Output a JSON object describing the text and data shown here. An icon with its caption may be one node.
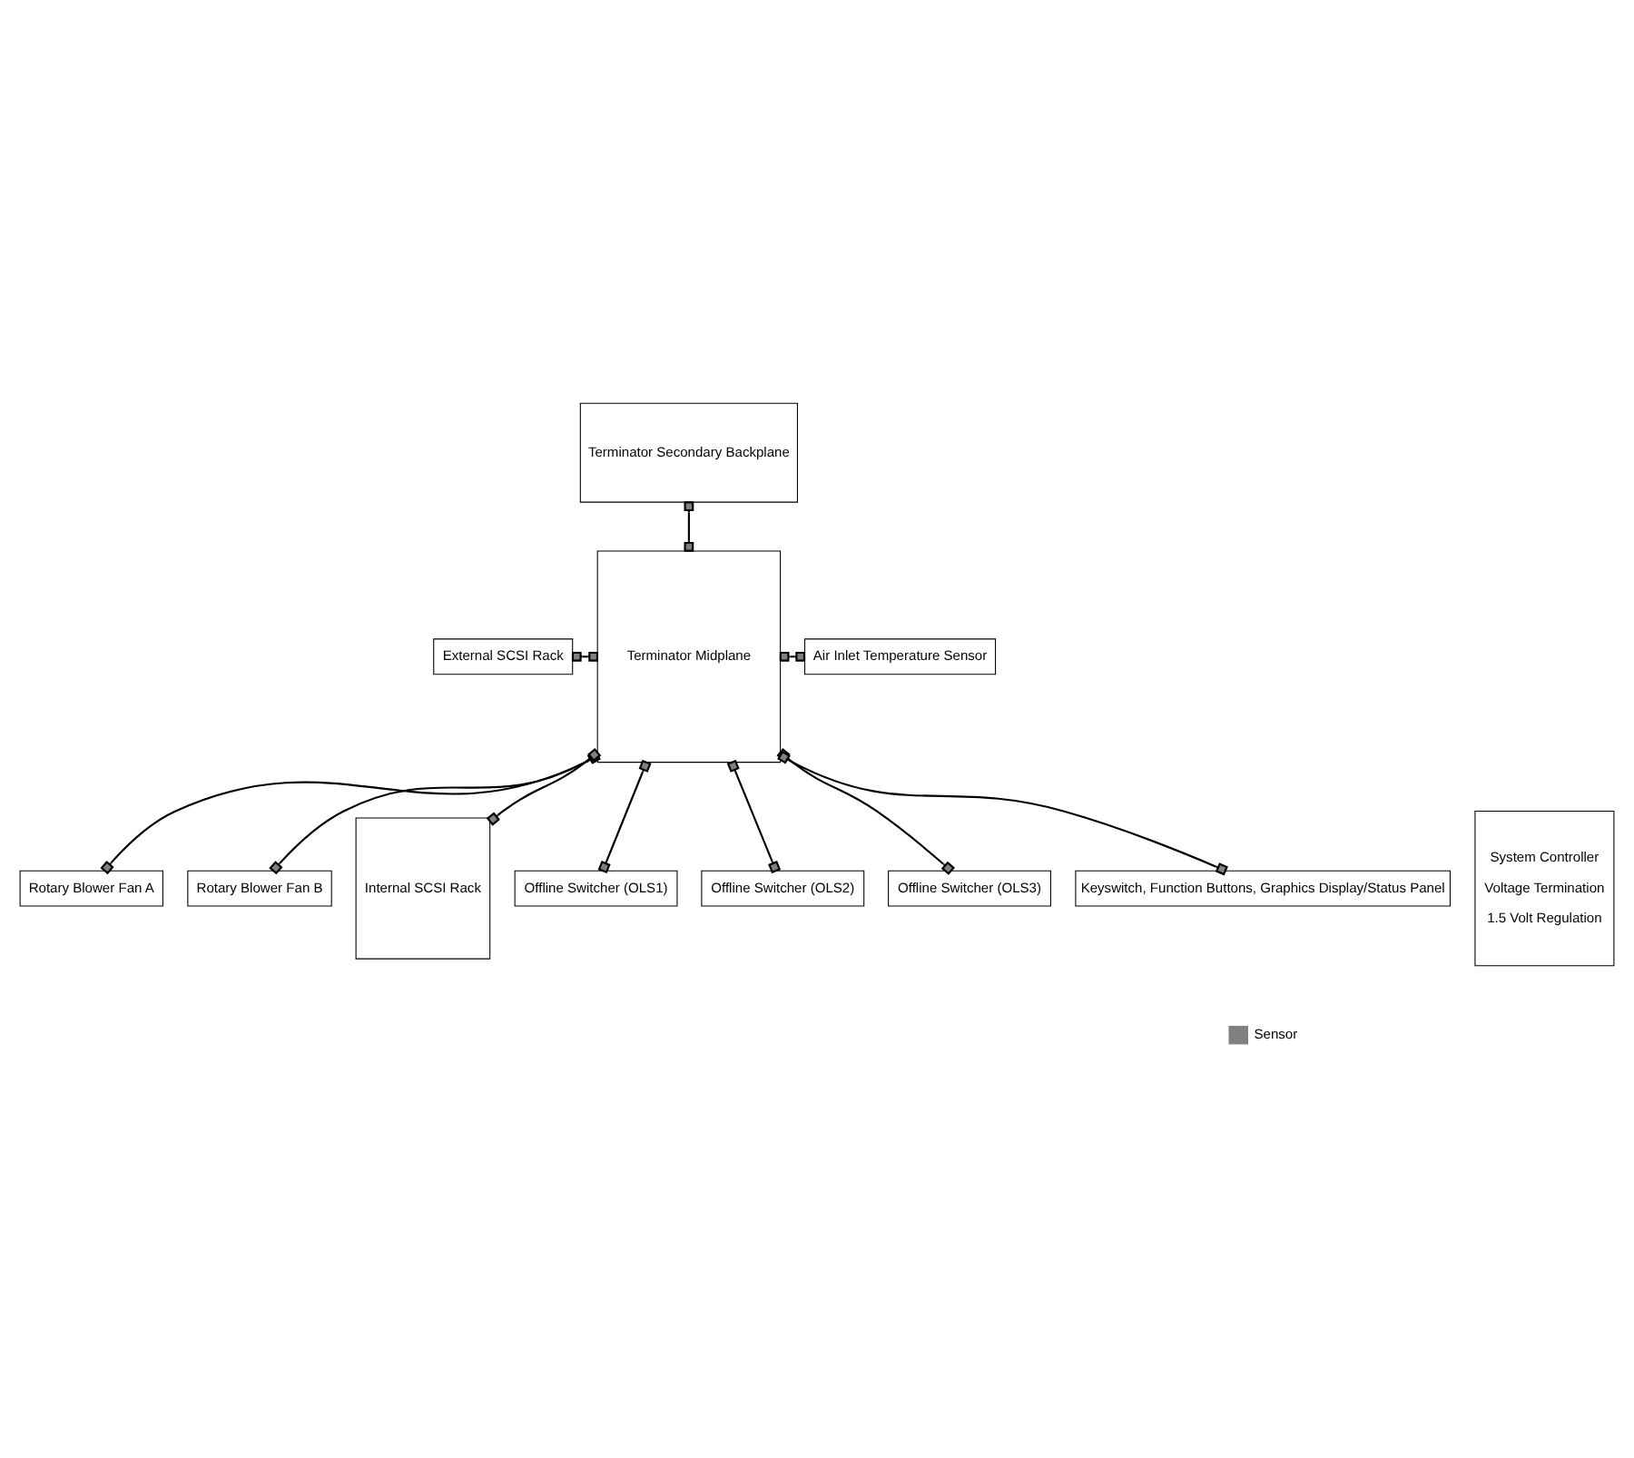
{
  "diagram": {
    "nodes": [
      {
        "text": [
          "Terminator Secondary Backplane"
        ]
      },
      {
        "text": [
          "External SCSI Rack"
        ]
      },
      {
        "text": [
          "Terminator Midplane"
        ]
      },
      {
        "text": [
          "Air Inlet Temperature Sensor"
        ]
      },
      {
        "text": [
          "System Controller",
          "Voltage Termination",
          "1.5 Volt Regulation"
        ]
      },
      {
        "text": [
          "Rotary Blower Fan A"
        ]
      },
      {
        "text": [
          "Rotary Blower Fan B"
        ]
      },
      {
        "text": [
          "Internal SCSI Rack"
        ]
      },
      {
        "text": [
          "Offline Switcher (OLS1)"
        ]
      },
      {
        "text": [
          "Offline Switcher (OLS2)"
        ]
      },
      {
        "text": [
          "Offline Switcher (OLS3)"
        ]
      },
      {
        "text": [
          "Keyswitch, Function Buttons, Graphics Display/Status Panel"
        ]
      }
    ],
    "edges": [
      {
        "from": 0,
        "to": 2,
        "arrow": "other"
      },
      {
        "from": 1,
        "to": 2,
        "arrow": "other"
      },
      {
        "from": 2,
        "to": 3,
        "arrow": "other"
      },
      {
        "from": 2,
        "to": 5,
        "arrow": "other"
      },
      {
        "from": 2,
        "to": 6,
        "arrow": "other"
      },
      {
        "from": 2,
        "to": 7,
        "arrow": "other"
      },
      {
        "from": 2,
        "to": 8,
        "arrow": "other"
      },
      {
        "from": 2,
        "to": 9,
        "arrow": "other"
      },
      {
        "from": 2,
        "to": 10,
        "arrow": "other"
      },
      {
        "from": 2,
        "to": 11,
        "arrow": "other"
      }
    ],
    "legend": [
      {
        "text": "Sensor",
        "color": "#808080"
      }
    ]
  }
}
